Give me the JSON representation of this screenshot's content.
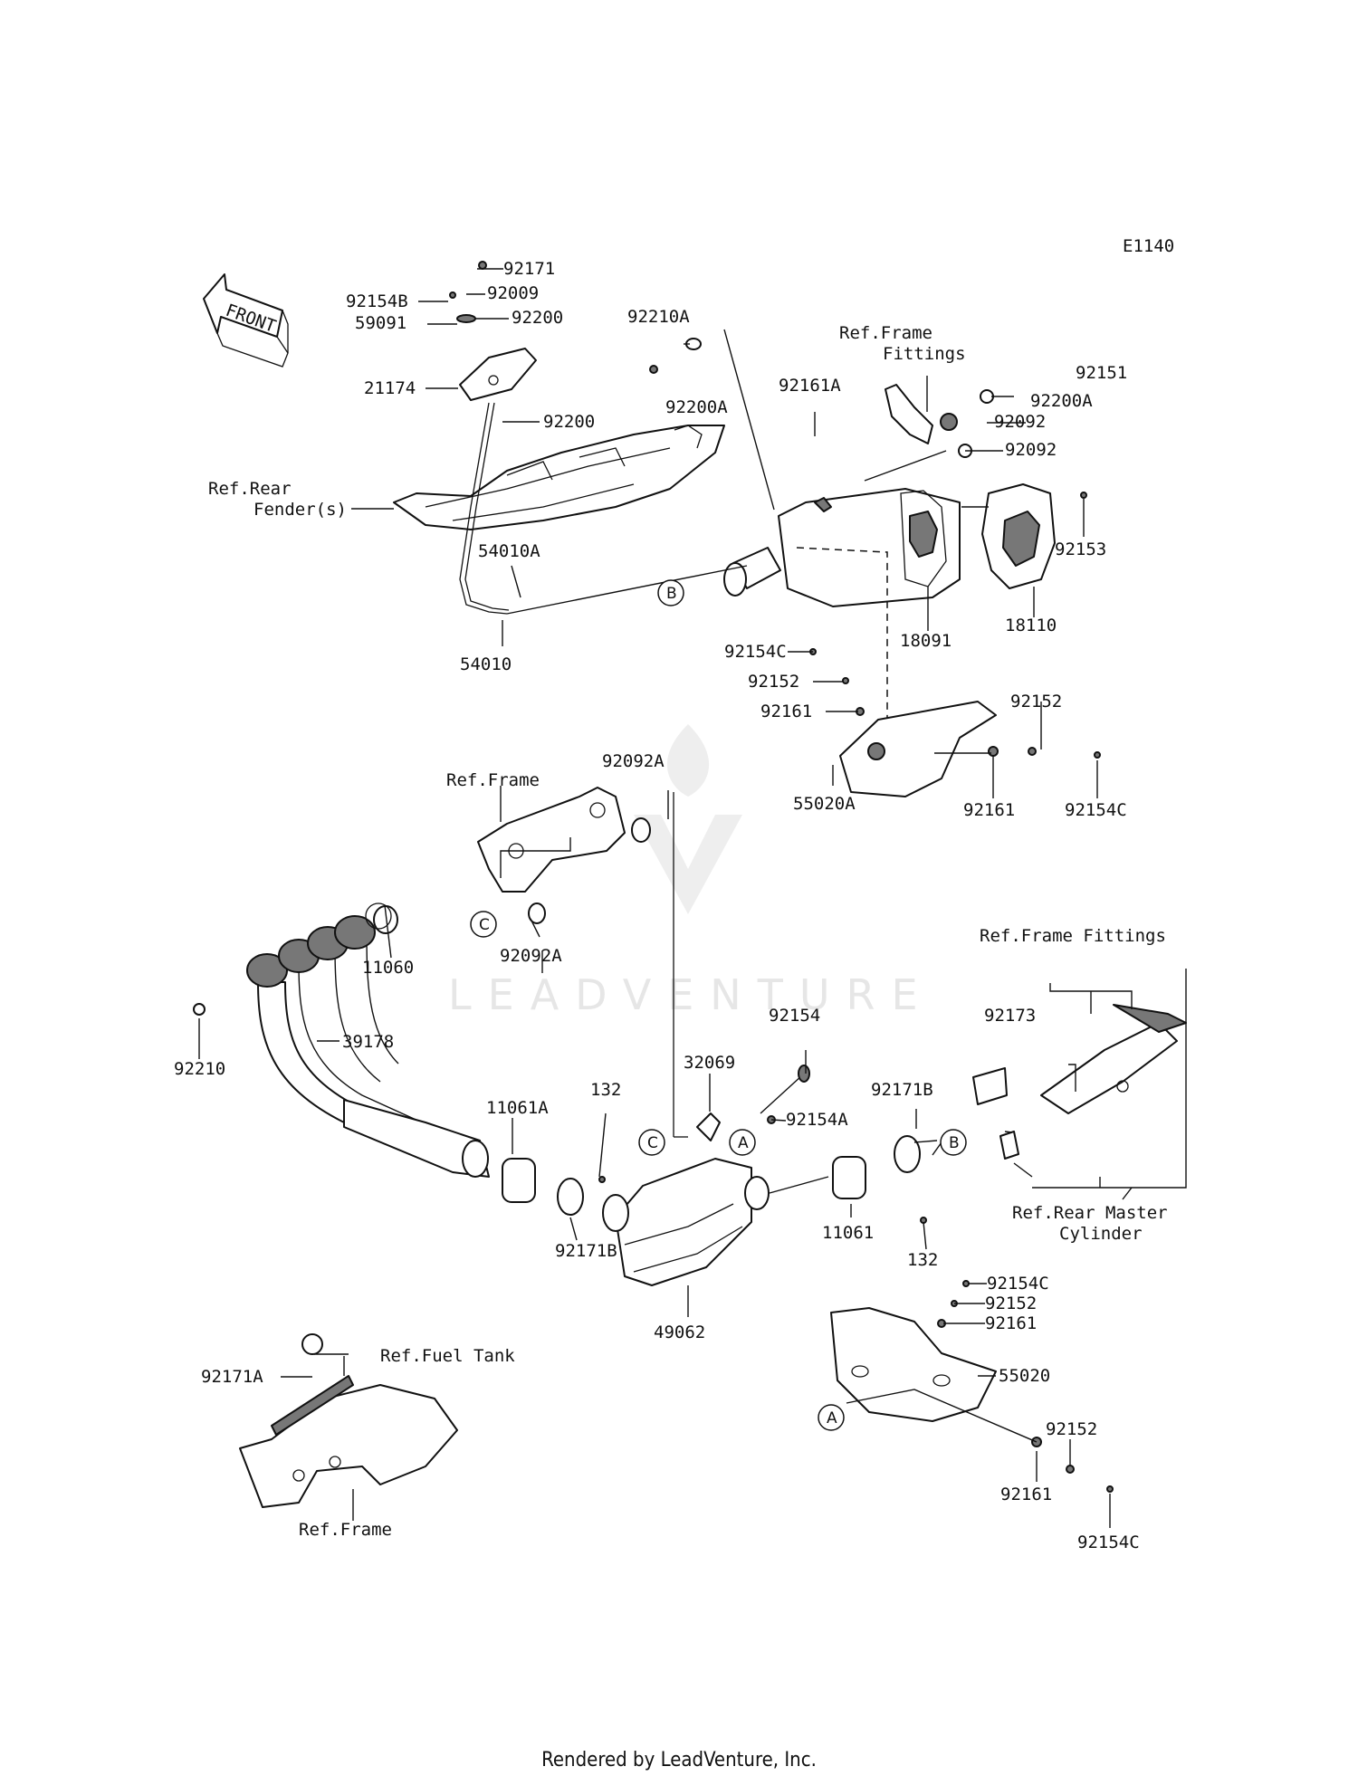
{
  "diagram_code": "E1140",
  "front_label": "FRONT",
  "watermark": "LEADVENTURE",
  "footer": "Rendered by LeadVenture, Inc.",
  "callouts": [
    {
      "id": "c1",
      "label": "A"
    },
    {
      "id": "c2",
      "label": "A"
    },
    {
      "id": "c3",
      "label": "A"
    },
    {
      "id": "c4",
      "label": "B"
    },
    {
      "id": "c5",
      "label": "B"
    },
    {
      "id": "c6",
      "label": "C"
    },
    {
      "id": "c7",
      "label": "C"
    }
  ],
  "references": [
    {
      "id": "r1",
      "lines": [
        "Ref.Frame",
        "Fittings"
      ]
    },
    {
      "id": "r2",
      "lines": [
        "Ref.Rear",
        "Fender(s)"
      ]
    },
    {
      "id": "r3",
      "lines": [
        "Ref.Frame"
      ]
    },
    {
      "id": "r4",
      "lines": [
        "Ref.Frame Fittings"
      ]
    },
    {
      "id": "r5",
      "lines": [
        "Ref.Rear Master",
        "Cylinder"
      ]
    },
    {
      "id": "r6",
      "lines": [
        "Ref.Fuel Tank"
      ]
    },
    {
      "id": "r7",
      "lines": [
        "Ref.Frame"
      ]
    }
  ],
  "part_labels": [
    {
      "id": "p1",
      "text": "92171"
    },
    {
      "id": "p2",
      "text": "92009"
    },
    {
      "id": "p3",
      "text": "92154B"
    },
    {
      "id": "p4",
      "text": "92200"
    },
    {
      "id": "p5",
      "text": "59091"
    },
    {
      "id": "p6",
      "text": "21174"
    },
    {
      "id": "p7",
      "text": "92200"
    },
    {
      "id": "p8",
      "text": "54010A"
    },
    {
      "id": "p9",
      "text": "54010"
    },
    {
      "id": "p10",
      "text": "92210A"
    },
    {
      "id": "p11",
      "text": "92200A"
    },
    {
      "id": "p12",
      "text": "92161A"
    },
    {
      "id": "p13",
      "text": "92151"
    },
    {
      "id": "p14",
      "text": "92200A"
    },
    {
      "id": "p15",
      "text": "92092"
    },
    {
      "id": "p16",
      "text": "92092"
    },
    {
      "id": "p17",
      "text": "92153"
    },
    {
      "id": "p18",
      "text": "18091"
    },
    {
      "id": "p19",
      "text": "18110"
    },
    {
      "id": "p20",
      "text": "92154C"
    },
    {
      "id": "p21",
      "text": "92152"
    },
    {
      "id": "p22",
      "text": "92161"
    },
    {
      "id": "p23",
      "text": "92152"
    },
    {
      "id": "p24",
      "text": "55020A"
    },
    {
      "id": "p25",
      "text": "92161"
    },
    {
      "id": "p26",
      "text": "92154C"
    },
    {
      "id": "p27",
      "text": "92092A"
    },
    {
      "id": "p28",
      "text": "92092A"
    },
    {
      "id": "p29",
      "text": "11060"
    },
    {
      "id": "p30",
      "text": "92210"
    },
    {
      "id": "p31",
      "text": "39178"
    },
    {
      "id": "p32",
      "text": "92154"
    },
    {
      "id": "p33",
      "text": "32069"
    },
    {
      "id": "p34",
      "text": "92154A"
    },
    {
      "id": "p35",
      "text": "132"
    },
    {
      "id": "p36",
      "text": "11061A"
    },
    {
      "id": "p37",
      "text": "92171B"
    },
    {
      "id": "p38",
      "text": "92171B"
    },
    {
      "id": "p39",
      "text": "11061"
    },
    {
      "id": "p40",
      "text": "132"
    },
    {
      "id": "p41",
      "text": "49062"
    },
    {
      "id": "p42",
      "text": "92173"
    },
    {
      "id": "p43",
      "text": "92154C"
    },
    {
      "id": "p44",
      "text": "92152"
    },
    {
      "id": "p45",
      "text": "92161"
    },
    {
      "id": "p46",
      "text": "55020"
    },
    {
      "id": "p47",
      "text": "92152"
    },
    {
      "id": "p48",
      "text": "92161"
    },
    {
      "id": "p49",
      "text": "92154C"
    },
    {
      "id": "p50",
      "text": "92171A"
    }
  ]
}
